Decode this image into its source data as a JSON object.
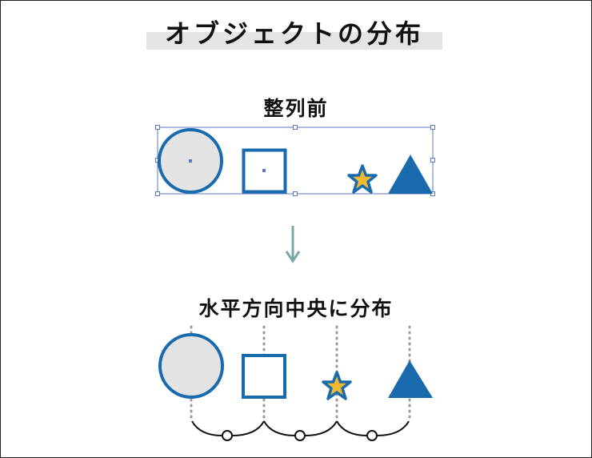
{
  "title": "オブジェクトの分布",
  "before_label": "整列前",
  "after_label": "水平方向中央に分布",
  "colors": {
    "stroke_blue": "#1a6aae",
    "circle_fill": "#e3e3e3",
    "star_fill": "#f0b930",
    "arrow": "#7aa7a7",
    "selection": "#5b76c4"
  }
}
